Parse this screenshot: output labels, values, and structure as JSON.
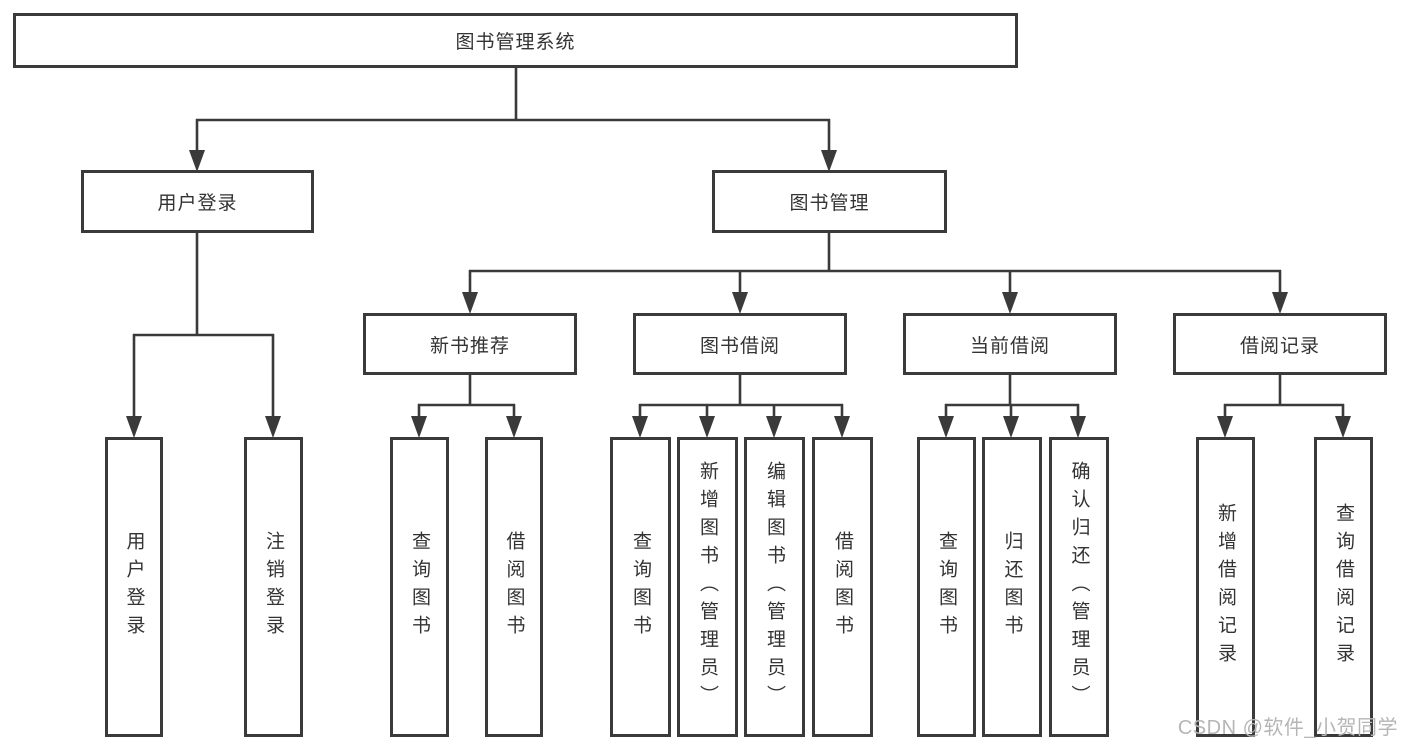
{
  "diagram": {
    "type": "hierarchy-tree",
    "colors": {
      "line": "#3a3a3a",
      "border": "#3a3a3a",
      "text": "#333333",
      "background": "#ffffff",
      "watermark": "#b6b6b6"
    },
    "nodes": {
      "root": {
        "label": "图书管理系统"
      },
      "login_branch": {
        "label": "用户登录"
      },
      "book_mgmt_branch": {
        "label": "图书管理"
      },
      "new_book": {
        "label": "新书推荐"
      },
      "book_borrow": {
        "label": "图书借阅"
      },
      "current_borrow": {
        "label": "当前借阅"
      },
      "borrow_records": {
        "label": "借阅记录"
      },
      "leaf_user_login": {
        "label": "用户登录"
      },
      "leaf_logout": {
        "label": "注销登录"
      },
      "leaf_nb_query_book": {
        "label": "查询图书"
      },
      "leaf_nb_borrow_book": {
        "label": "借阅图书"
      },
      "leaf_bb_query_book": {
        "label": "查询图书"
      },
      "leaf_bb_add_book": {
        "label": "新增图书（管理员）"
      },
      "leaf_bb_edit_book": {
        "label": "编辑图书（管理员）"
      },
      "leaf_bb_borrow_book": {
        "label": "借阅图书"
      },
      "leaf_cb_query_book": {
        "label": "查询图书"
      },
      "leaf_cb_return_book": {
        "label": "归还图书"
      },
      "leaf_cb_confirm_return": {
        "label": "确认归还（管理员）"
      },
      "leaf_rec_add_record": {
        "label": "新增借阅记录"
      },
      "leaf_rec_query_record": {
        "label": "查询借阅记录"
      }
    },
    "edges": [
      {
        "from": "root",
        "to": [
          "login_branch",
          "book_mgmt_branch"
        ]
      },
      {
        "from": "login_branch",
        "to": [
          "leaf_user_login",
          "leaf_logout"
        ]
      },
      {
        "from": "book_mgmt_branch",
        "to": [
          "new_book",
          "book_borrow",
          "current_borrow",
          "borrow_records"
        ]
      },
      {
        "from": "new_book",
        "to": [
          "leaf_nb_query_book",
          "leaf_nb_borrow_book"
        ]
      },
      {
        "from": "book_borrow",
        "to": [
          "leaf_bb_query_book",
          "leaf_bb_add_book",
          "leaf_bb_edit_book",
          "leaf_bb_borrow_book"
        ]
      },
      {
        "from": "current_borrow",
        "to": [
          "leaf_cb_query_book",
          "leaf_cb_return_book",
          "leaf_cb_confirm_return"
        ]
      },
      {
        "from": "borrow_records",
        "to": [
          "leaf_rec_add_record",
          "leaf_rec_query_record"
        ]
      }
    ]
  },
  "watermark": {
    "text": "CSDN @软件_小贺同学"
  }
}
